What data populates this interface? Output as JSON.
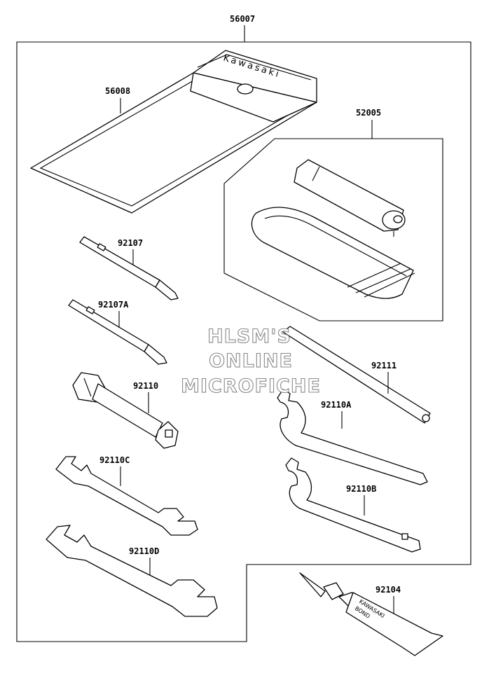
{
  "parts": {
    "p56007": "56007",
    "p56008": "56008",
    "p52005": "52005",
    "p92107": "92107",
    "p92107A": "92107A",
    "p92110": "92110",
    "p92111": "92111",
    "p92110A": "92110A",
    "p92110C": "92110C",
    "p92110B": "92110B",
    "p92110D": "92110D",
    "p92104": "92104"
  },
  "brand": {
    "pouch": "Kawasaki",
    "tube_line1": "KAWASAKI",
    "tube_line2": "BOND"
  },
  "watermark": {
    "line1": "HLSM'S",
    "line2": "ONLINE",
    "line3": "MICROFICHE"
  }
}
